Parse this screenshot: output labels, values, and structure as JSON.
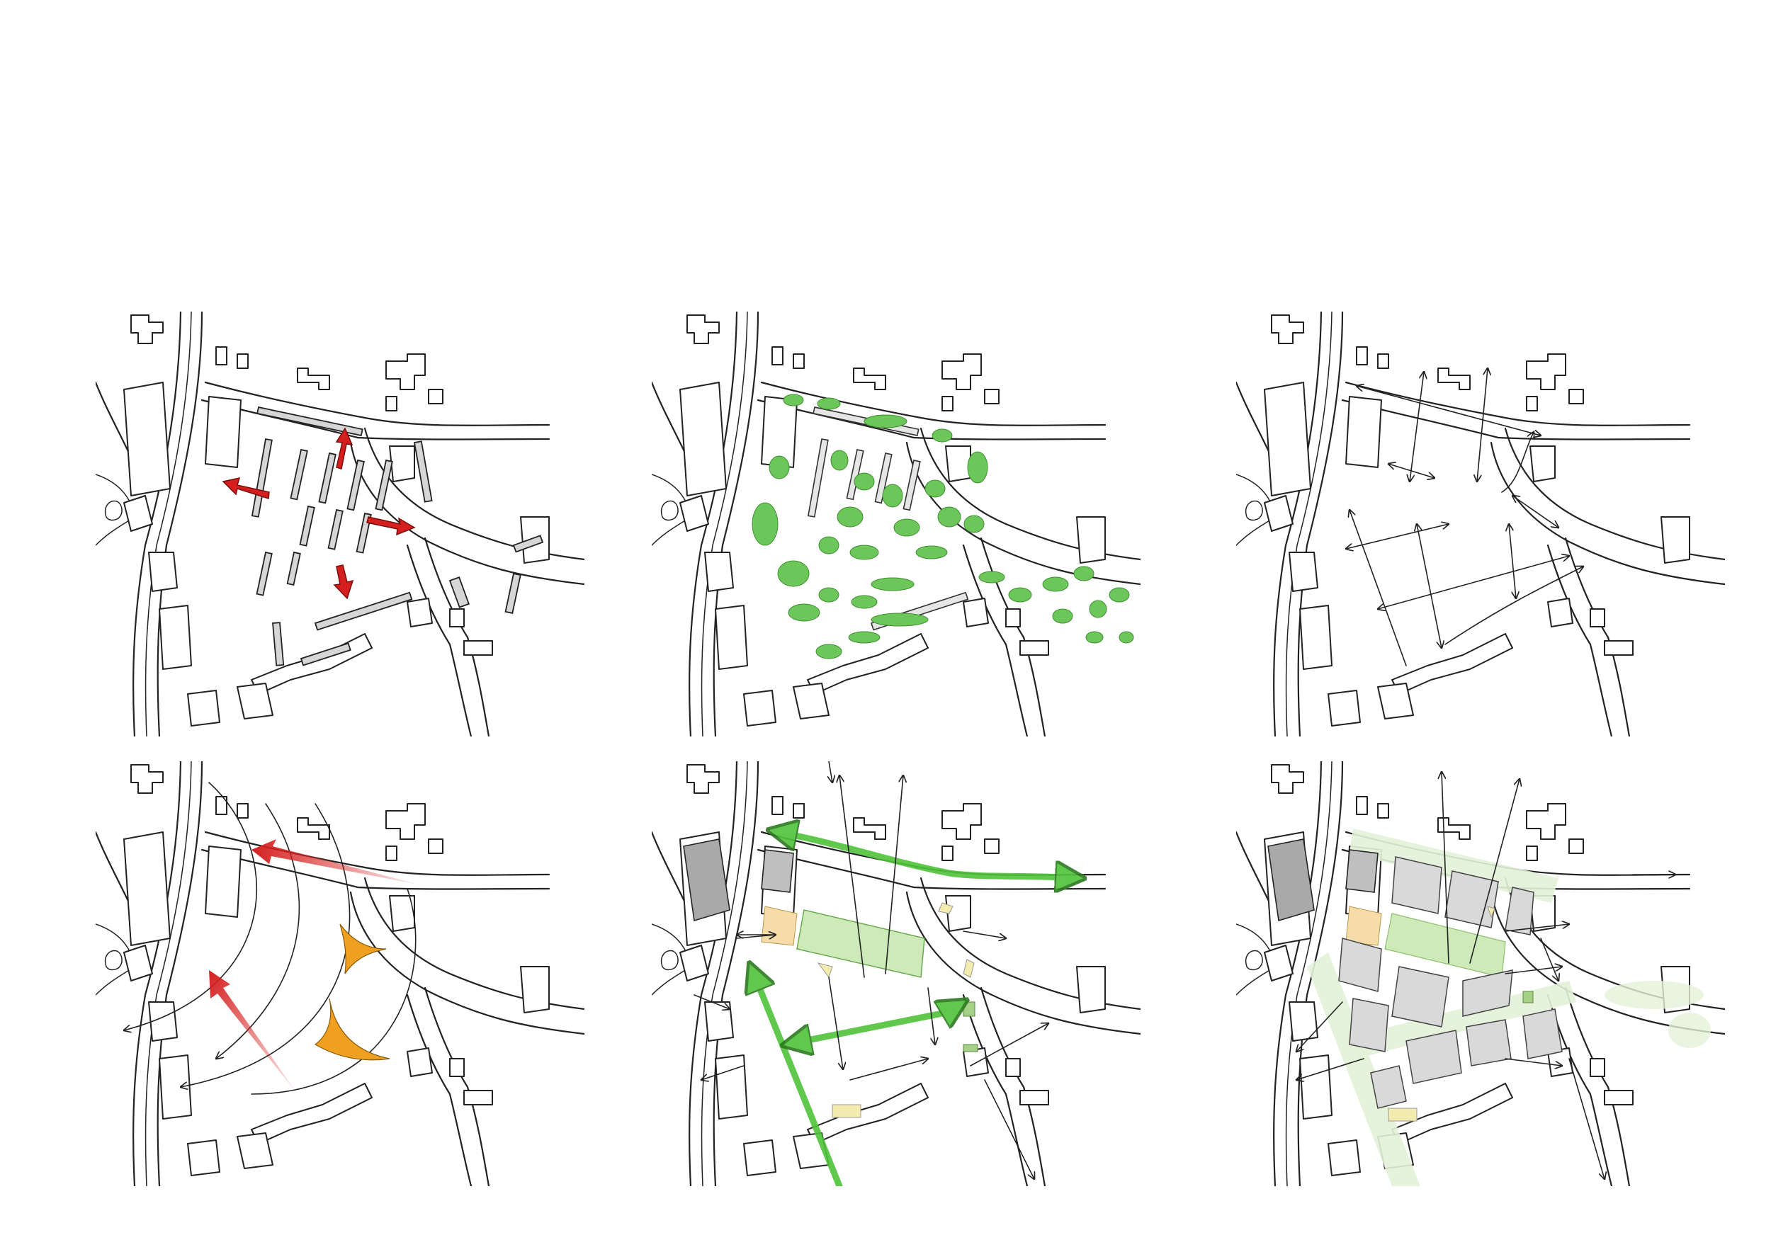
{
  "sheet": {
    "background": "#ffffff",
    "ink_color": "#222222",
    "panels": [
      {
        "id": "existing-blocks-movement",
        "theme": "red movement arrows over existing slab blocks",
        "accent": "#d51f1f"
      },
      {
        "id": "existing-vegetation",
        "theme": "green tree canopy over existing blocks",
        "accent": "#6cc65a"
      },
      {
        "id": "connections",
        "theme": "two-headed connection arrows across site",
        "accent": "#222222"
      },
      {
        "id": "sightlines-and-views",
        "theme": "red and orange view fans with arcs",
        "accent": "#f0a020"
      },
      {
        "id": "green-routes",
        "theme": "green movement corridors and central park",
        "accent": "#4fc43a"
      },
      {
        "id": "masterplan",
        "theme": "new grey urban blocks with green network",
        "accent": "#cfe8c2"
      }
    ],
    "colors": {
      "red_arrow": "#d51f1f",
      "orange_fan": "#f0a020",
      "green_canopy": "#6cc65a",
      "green_route": "#4fc43a",
      "park_fill": "#cdeab8",
      "plaza_fill": "#f6dca8",
      "yellow_marker": "#f3ecae",
      "new_block": "#d9d9d9",
      "grey_block": "#a9a9a9"
    }
  }
}
